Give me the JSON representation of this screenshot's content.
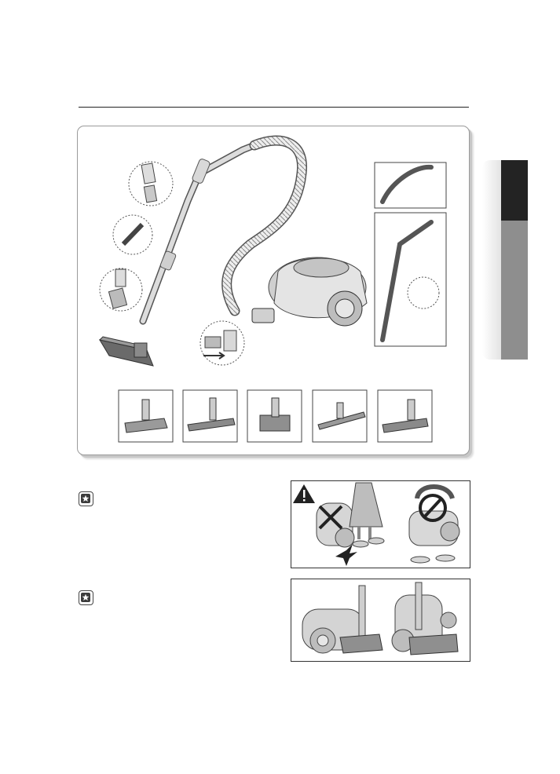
{
  "page": {
    "title": "",
    "side_tab_label": ""
  },
  "notes": [
    {
      "icon": "star-note-icon",
      "text": ""
    },
    {
      "icon": "star-note-icon",
      "text": ""
    }
  ],
  "figures": {
    "assembly": "vacuum-assembly-illustration",
    "accessories": [
      "floor-brush",
      "parquet-brush",
      "turbo-brush",
      "wide-floor-brush",
      "combination-brush"
    ],
    "warning": "warning-do-not-step-illustration",
    "storage": "parking-storage-illustration"
  }
}
